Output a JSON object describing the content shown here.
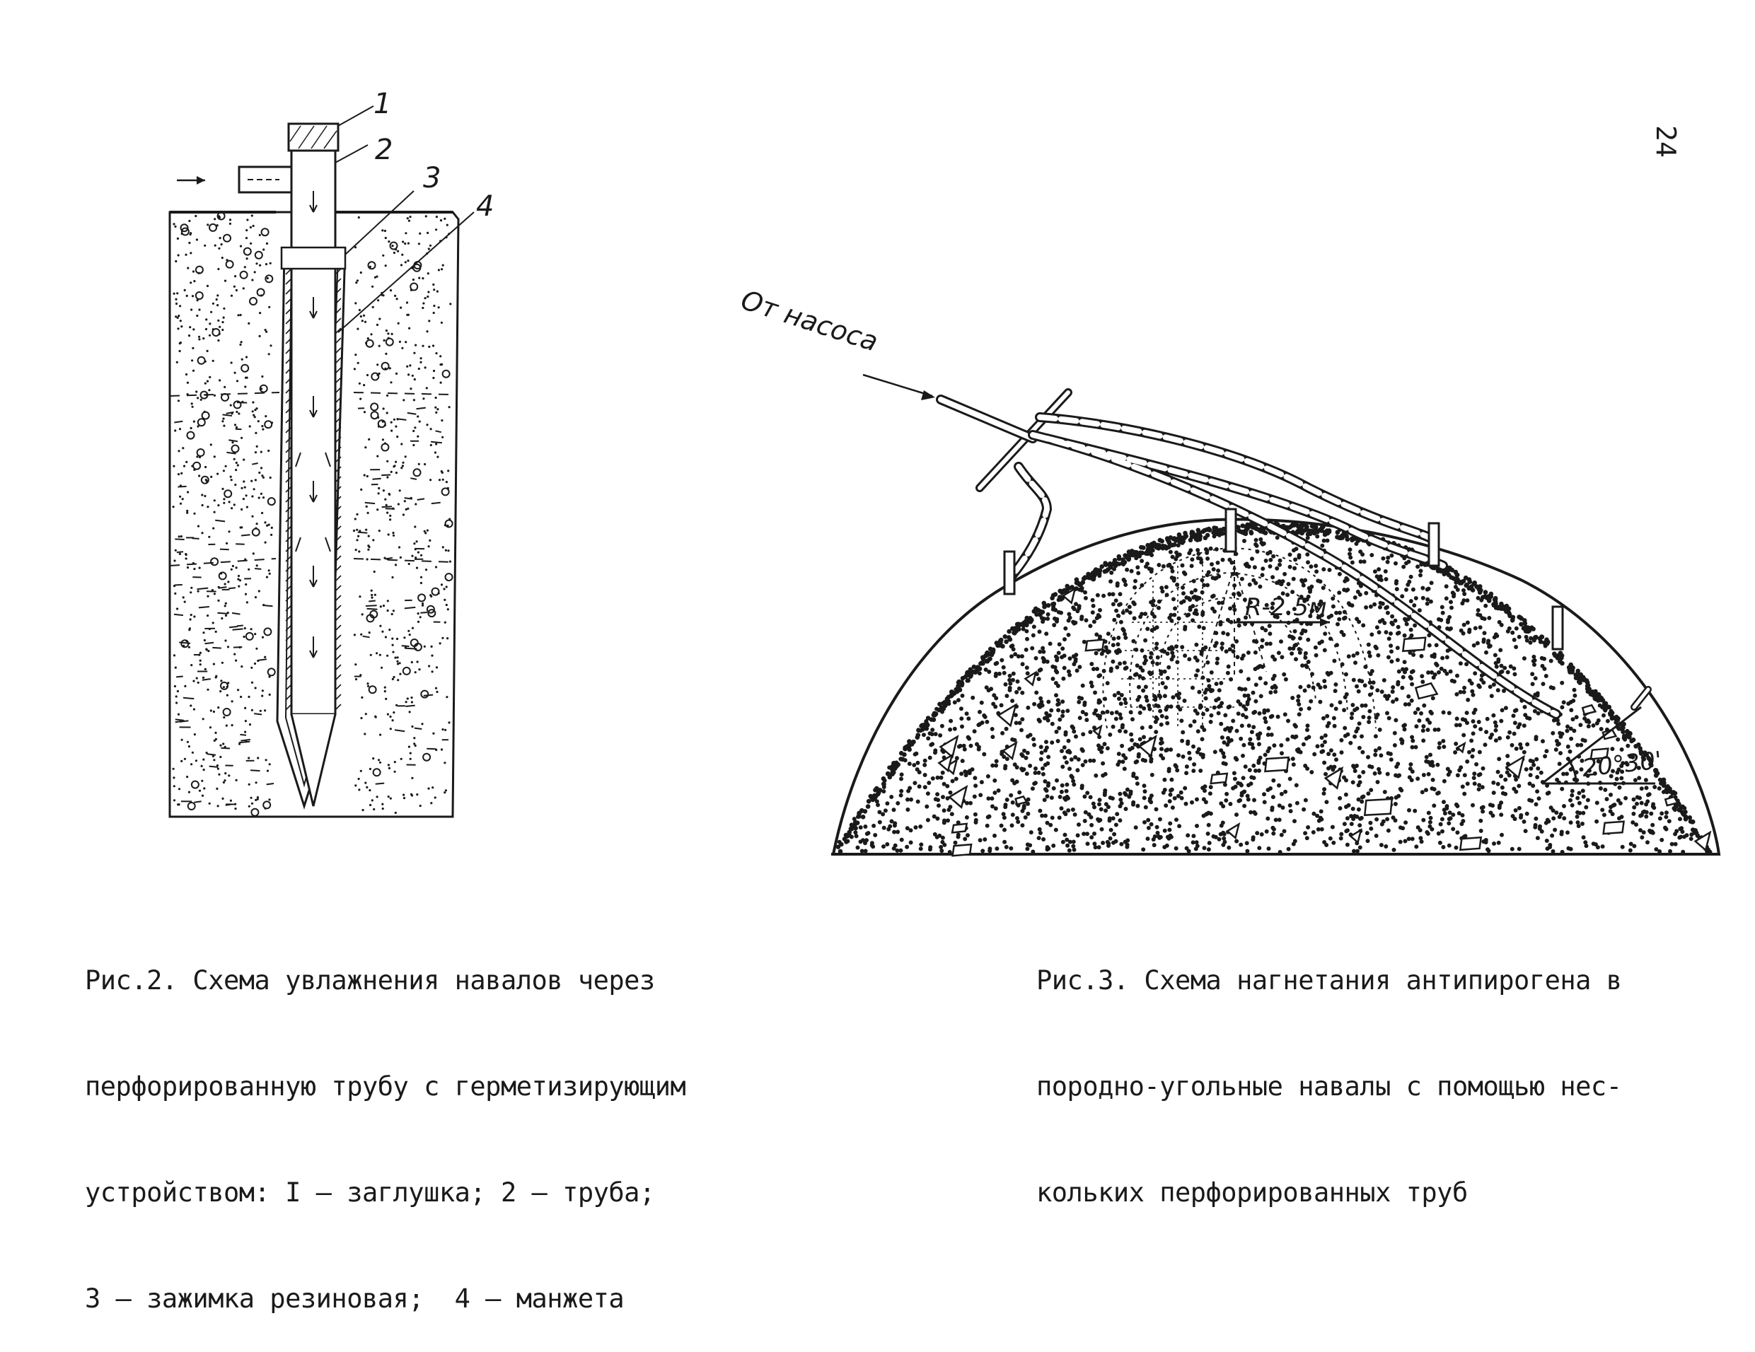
{
  "page_number": "24",
  "figure2": {
    "labels": [
      "1",
      "2",
      "3",
      "4"
    ],
    "caption_lines": [
      "Рис.2. Схема увлажнения навалов через",
      "перфорированную трубу с герметизирующим",
      "устройством: I – заглушка; 2 – труба;",
      "3 – зажимка резиновая;  4 – манжета"
    ]
  },
  "figure3": {
    "source_label": "От насоса",
    "radius_label": "R-2.5м",
    "angle_label": "20°30'",
    "caption_lines": [
      "Рис.3. Схема нагнетания антипирогена в",
      "породно-угольные навалы с помощью нес-",
      "кольких перфорированных труб"
    ]
  }
}
